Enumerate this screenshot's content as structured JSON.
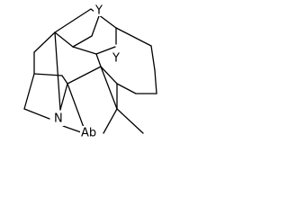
{
  "molecule": {
    "atom_labels": {
      "n": "N",
      "y1": "Y",
      "y2": "Y",
      "ab": "Ab"
    }
  },
  "colors": {
    "bond": "#000000",
    "background": "#ffffff"
  }
}
